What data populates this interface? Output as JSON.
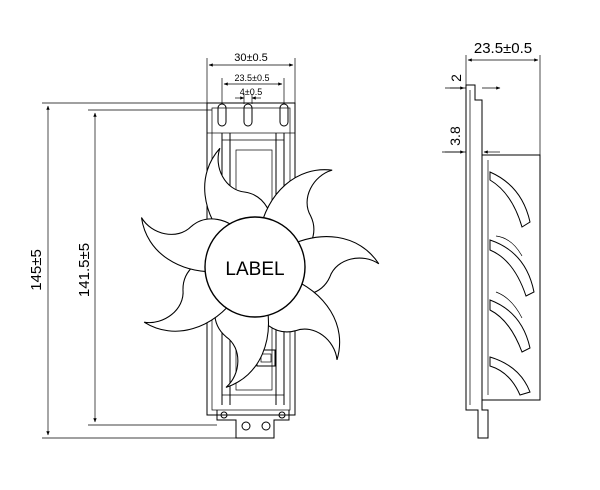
{
  "diagram": {
    "front_view": {
      "hub_label": "LABEL",
      "dim_overall_height": "145±5",
      "dim_frame_height": "141.5±5",
      "dim_top_width": "30±0.5",
      "dim_hole_spacing": "23.5±0.5",
      "dim_small_width": "4±0.5"
    },
    "side_view": {
      "dim_total_depth": "23.5±0.5",
      "dim_plate_thickness": "2",
      "dim_offset": "3.8"
    }
  }
}
